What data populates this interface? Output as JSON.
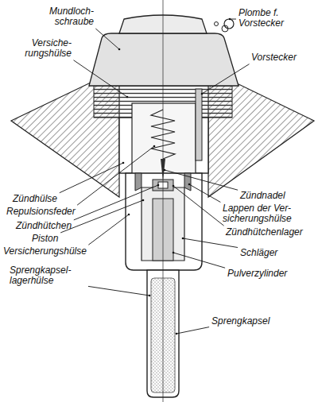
{
  "diagram": {
    "labels": [
      "Mundloch- schraube",
      "Plombe f. Vorstecker",
      "Versiche- rungshülse",
      "Vorstecker",
      "Zündhülse",
      "Repulsionsfeder",
      "Zündnadel",
      "Lappen der Ver- sicherungshülse",
      "Zündhütchen",
      "Zündhütchenlager",
      "Piston",
      "Versicherungshülse",
      "Schläger",
      "Sprengkapsel- lagerhülse",
      "Pulverzylinder",
      "Sprengkapsel"
    ]
  }
}
